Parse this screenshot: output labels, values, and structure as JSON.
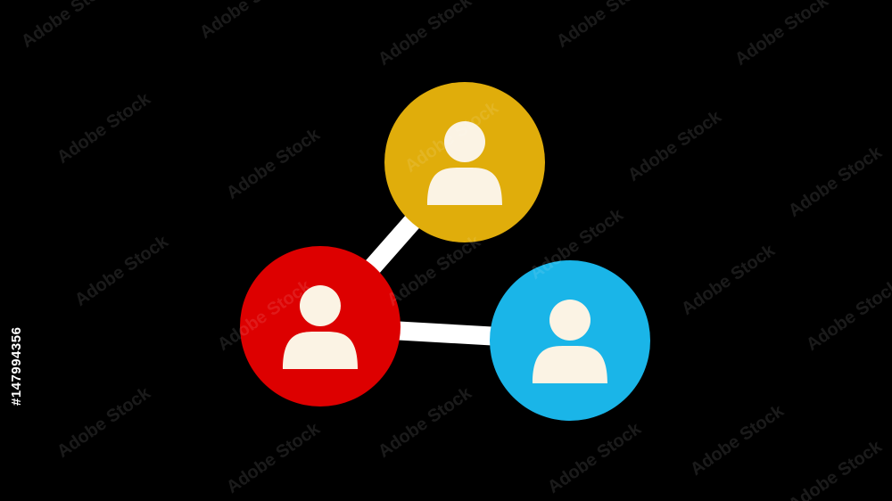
{
  "canvas": {
    "background": "#000000"
  },
  "palette": {
    "link": "#ffffff",
    "person": "#fbf3e4",
    "gold": "#e0ad0b",
    "red": "#dd0000",
    "blue": "#1ab5e8"
  },
  "nodes": [
    {
      "id": "gold-user",
      "color": "#e0ad0b",
      "icon": "user-icon"
    },
    {
      "id": "red-user",
      "color": "#dd0000",
      "icon": "user-icon"
    },
    {
      "id": "blue-user",
      "color": "#1ab5e8",
      "icon": "user-icon"
    }
  ],
  "links": [
    {
      "from": "red-user",
      "to": "gold-user"
    },
    {
      "from": "red-user",
      "to": "blue-user"
    }
  ],
  "watermark": {
    "text": "Adobe Stock",
    "id_number": "#147994356"
  }
}
